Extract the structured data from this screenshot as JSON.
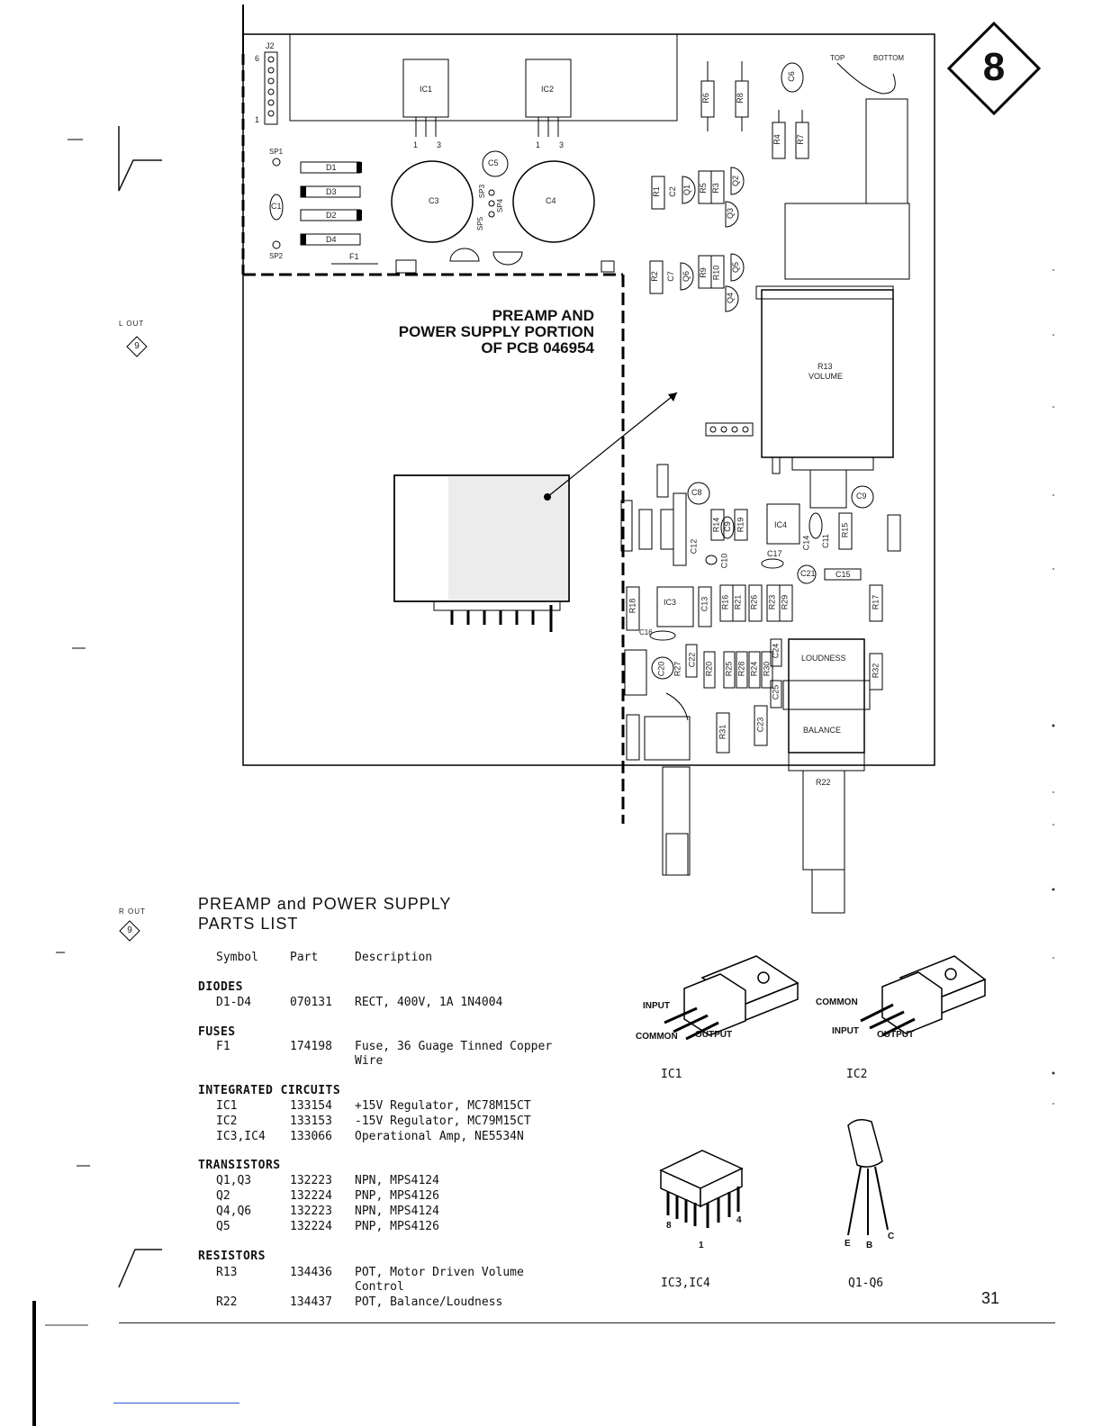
{
  "page_badge": "8",
  "page_number": "31",
  "left_margin": {
    "l_out": "L OUT",
    "l_out_badge": "9",
    "r_out": "R OUT",
    "r_out_badge": "9"
  },
  "board_caption": {
    "line1": "PREAMP AND",
    "line2": "POWER SUPPLY PORTION",
    "line3": "OF PCB 046954"
  },
  "pcb_labels": {
    "j2": "J2",
    "pin6": "6",
    "pin1": "1",
    "sp1": "SP1",
    "sp2": "SP2",
    "sp3": "SP3",
    "sp4": "SP4",
    "sp5": "SP5",
    "d1": "D1",
    "d2": "D2",
    "d3": "D3",
    "d4": "D4",
    "c1": "C1",
    "c3": "C3",
    "c4": "C4",
    "c5": "C5",
    "f1": "F1",
    "ic1": "IC1",
    "ic2": "IC2",
    "pin_a": "1",
    "pin_b": "3",
    "top": "TOP",
    "bottom": "BOTTOM",
    "r13": "R13",
    "volume": "VOLUME",
    "loudness": "LOUDNESS",
    "balance": "BALANCE",
    "r22": "R22",
    "ic3": "IC3",
    "ic4": "IC4",
    "vertical": [
      "R6",
      "R8",
      "C6",
      "R4",
      "R7",
      "R1",
      "Q1",
      "C2",
      "R5",
      "R3",
      "Q2",
      "Q3",
      "R2",
      "C7",
      "Q6",
      "R9",
      "R10",
      "Q5",
      "Q4",
      "C8",
      "R14",
      "C9",
      "R19",
      "C11",
      "C14",
      "R15",
      "C12",
      "C10",
      "C17",
      "C21",
      "C15",
      "C9",
      "R18",
      "C13",
      "R16",
      "R21",
      "R26",
      "R23",
      "R29",
      "R17",
      "C16",
      "C22",
      "C20",
      "R27",
      "R20",
      "R25",
      "R28",
      "R24",
      "R30",
      "C24",
      "R32",
      "C25",
      "R31",
      "C23"
    ]
  },
  "parts_list": {
    "title_line1": "PREAMP and POWER SUPPLY",
    "title_line2": "PARTS LIST",
    "headers": {
      "symbol": "Symbol",
      "part": "Part",
      "description": "Description"
    },
    "sections": [
      {
        "name": "DIODES",
        "rows": [
          {
            "symbol": "D1-D4",
            "part": "070131",
            "description": "RECT, 400V, 1A 1N4004"
          }
        ]
      },
      {
        "name": "FUSES",
        "rows": [
          {
            "symbol": "F1",
            "part": "174198",
            "description": "Fuse, 36 Guage Tinned Copper",
            "description2": "Wire"
          }
        ]
      },
      {
        "name": "INTEGRATED CIRCUITS",
        "rows": [
          {
            "symbol": "IC1",
            "part": "133154",
            "description": "+15V Regulator, MC78M15CT"
          },
          {
            "symbol": "IC2",
            "part": "133153",
            "description": "-15V Regulator, MC79M15CT"
          },
          {
            "symbol": "IC3,IC4",
            "part": "133066",
            "description": "Operational Amp, NE5534N"
          }
        ]
      },
      {
        "name": "TRANSISTORS",
        "rows": [
          {
            "symbol": "Q1,Q3",
            "part": "132223",
            "description": "NPN, MPS4124"
          },
          {
            "symbol": "Q2",
            "part": "132224",
            "description": "PNP, MPS4126"
          },
          {
            "symbol": "Q4,Q6",
            "part": "132223",
            "description": "NPN, MPS4124"
          },
          {
            "symbol": "Q5",
            "part": "132224",
            "description": "PNP, MPS4126"
          }
        ]
      },
      {
        "name": "RESISTORS",
        "rows": [
          {
            "symbol": "R13",
            "part": "134436",
            "description": "POT, Motor Driven Volume",
            "description2": "Control"
          },
          {
            "symbol": "R22",
            "part": "134437",
            "description": "POT, Balance/Loudness"
          }
        ]
      }
    ]
  },
  "component_figures": {
    "ic1": {
      "label": "IC1",
      "pin_input": "INPUT",
      "pin_common": "COMMON",
      "pin_output": "OUTPUT"
    },
    "ic2": {
      "label": "IC2",
      "pin_common": "COMMON",
      "pin_input": "INPUT",
      "pin_output": "OUTPUT"
    },
    "ic34": {
      "label": "IC3,IC4",
      "pin8": "8",
      "pin1": "1",
      "pin4": "4"
    },
    "q": {
      "label": "Q1-Q6",
      "pin_e": "E",
      "pin_b": "B",
      "pin_c": "C"
    }
  }
}
